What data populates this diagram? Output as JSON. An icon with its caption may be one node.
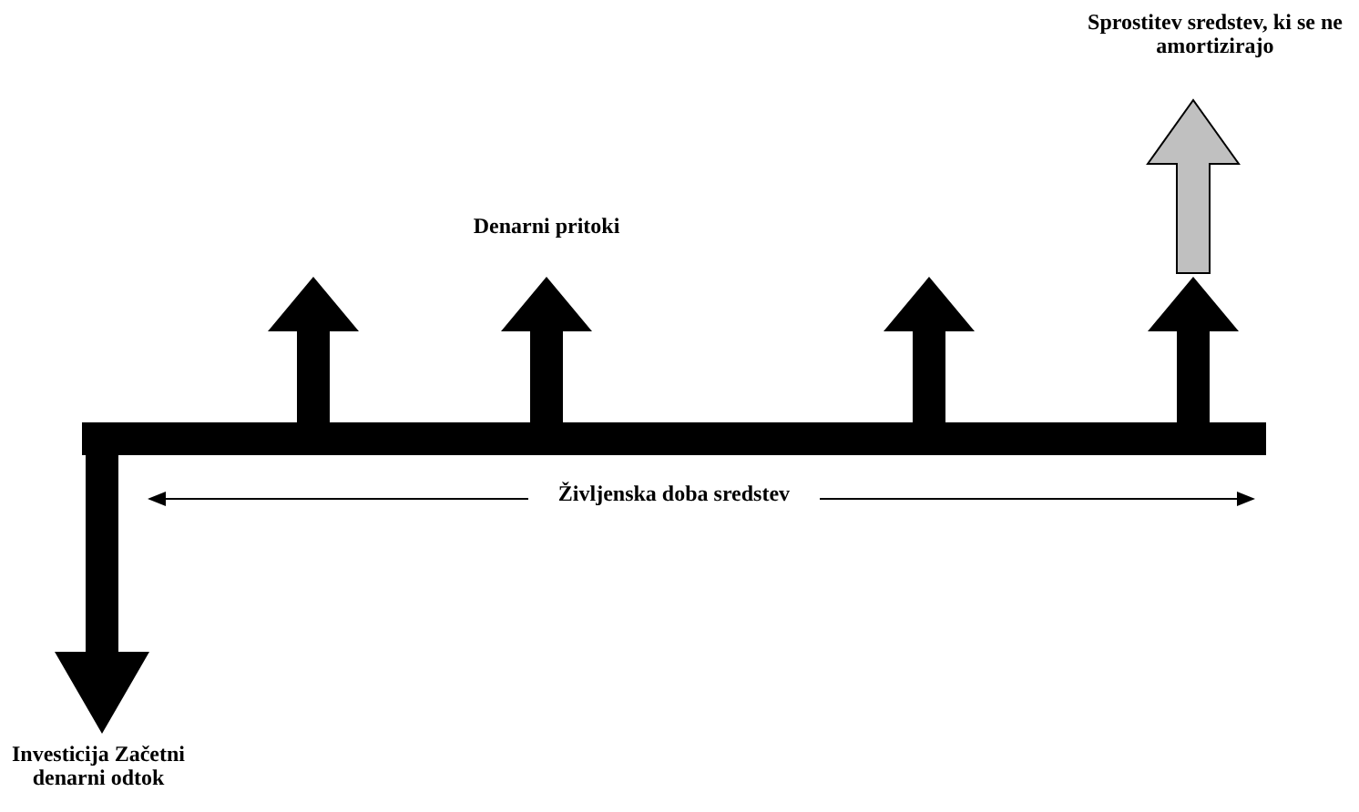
{
  "diagram": {
    "labels": [
      "Sprostitev sredstev, ki se ne amortizirajo",
      "Denarni pritoki",
      "Življenska doba sredstev",
      "Investicija Začetni denarni odtok"
    ]
  }
}
